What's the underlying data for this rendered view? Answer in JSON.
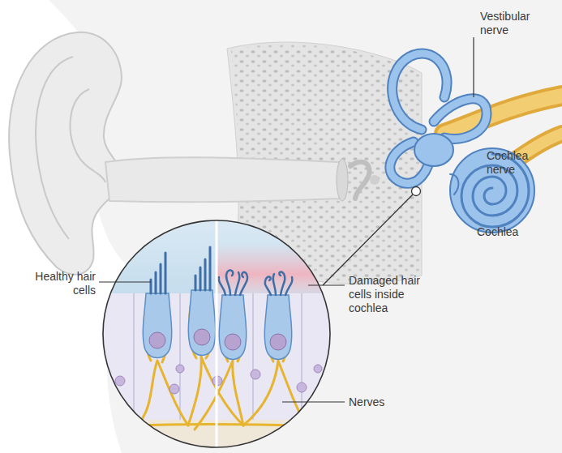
{
  "diagram": {
    "labels": [
      "Vestibular nerve",
      "Cochlea nerve",
      "Cochlea",
      "Healthy hair cells",
      "Damaged hair cells inside cochlea",
      "Nerves"
    ]
  }
}
